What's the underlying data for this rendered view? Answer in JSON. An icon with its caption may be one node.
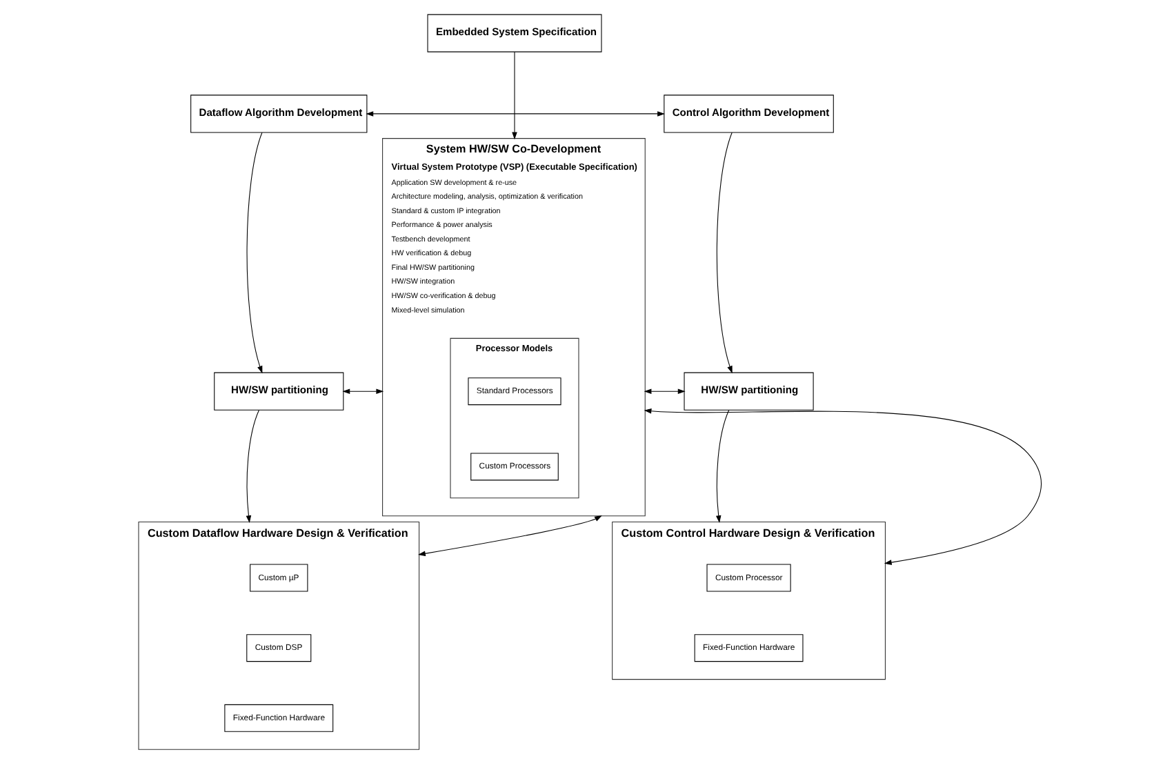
{
  "diagram": {
    "nodes": [
      {
        "text": [
          "Embedded System Specification"
        ]
      },
      {
        "text": [
          "Dataflow Algorithm Development"
        ]
      },
      {
        "text": [
          "Control Algorithm Development"
        ]
      },
      {
        "text": [
          "HW/SW partitioning"
        ]
      },
      {
        "text": [
          "System HW/SW Co-Development",
          "Virtual System Prototype (VSP) (Executable Specification)",
          "Application SW development & re-use",
          "Architecture modeling, analysis, optimization & verification",
          "Standard & custom IP integration",
          "Performance & power analysis",
          "Testbench development",
          "HW verification & debug",
          "Final HW/SW partitioning",
          "HW/SW integration",
          "HW/SW co-verification & debug",
          "Mixed-level simulation"
        ]
      },
      {
        "text": [
          "Processor Models"
        ],
        "in": 4
      },
      {
        "text": [
          "Standard Processors"
        ],
        "in": 5
      },
      {
        "text": [
          "Custom Processors"
        ],
        "in": 5
      },
      {
        "text": [
          "HW/SW partitioning"
        ]
      },
      {
        "text": [
          "Custom Dataflow Hardware Design & Verification"
        ]
      },
      {
        "text": [
          "Custom µP"
        ],
        "in": 9
      },
      {
        "text": [
          "Custom DSP"
        ],
        "in": 9
      },
      {
        "text": [
          "Fixed-Function Hardware"
        ],
        "in": 9
      },
      {
        "text": [
          "Custom Control Hardware Design & Verification"
        ]
      },
      {
        "text": [
          "Custom Processor"
        ],
        "in": 13
      },
      {
        "text": [
          "Fixed-Function Hardware"
        ],
        "in": 13
      }
    ],
    "edges": [
      {
        "from": 0,
        "to": 4,
        "arrow": "to"
      },
      {
        "from": 1,
        "to": 2,
        "arrow": "both"
      },
      {
        "from": 1,
        "to": 3,
        "arrow": "to"
      },
      {
        "from": 3,
        "to": 9,
        "arrow": "to"
      },
      {
        "from": 3,
        "to": 4,
        "arrow": "both"
      },
      {
        "from": 9,
        "to": 4,
        "arrow": "both"
      },
      {
        "from": 2,
        "to": 8,
        "arrow": "to"
      },
      {
        "from": 8,
        "to": 13,
        "arrow": "to"
      },
      {
        "from": 8,
        "to": 4,
        "arrow": "both"
      },
      {
        "from": 13,
        "to": 4,
        "arrow": "both"
      }
    ]
  }
}
